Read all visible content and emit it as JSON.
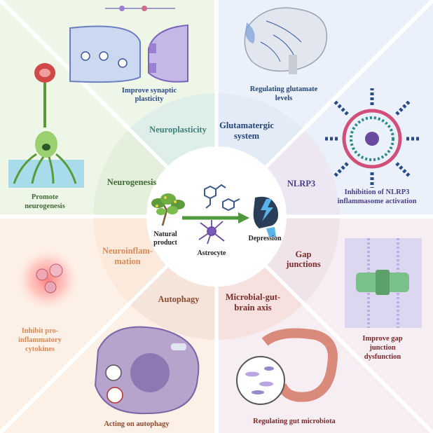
{
  "center": {
    "source_line1": "Natural",
    "source_line2": "product",
    "cell_label": "Astrocyte",
    "target_label": "Depression"
  },
  "sectors": {
    "neuroplasticity": "Neuroplasticity",
    "glutamatergic_line1": "Glutamatergic",
    "glutamatergic_line2": "system",
    "nlrp3": "NLRP3",
    "gap_line1": "Gap",
    "gap_line2": "junctions",
    "microbial_line1": "Microbial-gut-",
    "microbial_line2": "brain axis",
    "autophagy": "Autophagy",
    "neuroinflammation_line1": "Neuroinflam-",
    "neuroinflammation_line2": "mation",
    "neurogenesis": "Neurogenesis"
  },
  "outcomes": {
    "synaptic_line1": "Improve synaptic",
    "synaptic_line2": "plasticity",
    "glutamate_line1": "Regulating glutamate",
    "glutamate_line2": "levels",
    "nlrp3_line1": "Inhibition of NLRP3",
    "nlrp3_line2": "inflammasome activation",
    "gap_line1": "Improve gap",
    "gap_line2": "junction",
    "gap_line3": "dysfunction",
    "microbiota": "Regulating gut microbiota",
    "autophagy": "Acting on autophagy",
    "cytokines_line1": "Inhibit pro-",
    "cytokines_line2": "inflammatory",
    "cytokines_line3": "cytokines",
    "neurogenesis_line1": "Promote",
    "neurogenesis_line2": "neurogenesis"
  },
  "colors": {
    "green_text": "#3f6b34",
    "teal_text": "#3f7f7a",
    "blue_text": "#24457a",
    "purple_text": "#4a3f8a",
    "orange_text": "#d98a55",
    "brown_text": "#8a4a30",
    "maroon_text": "#7a2a2a",
    "arrow": "#4d9a3c"
  }
}
